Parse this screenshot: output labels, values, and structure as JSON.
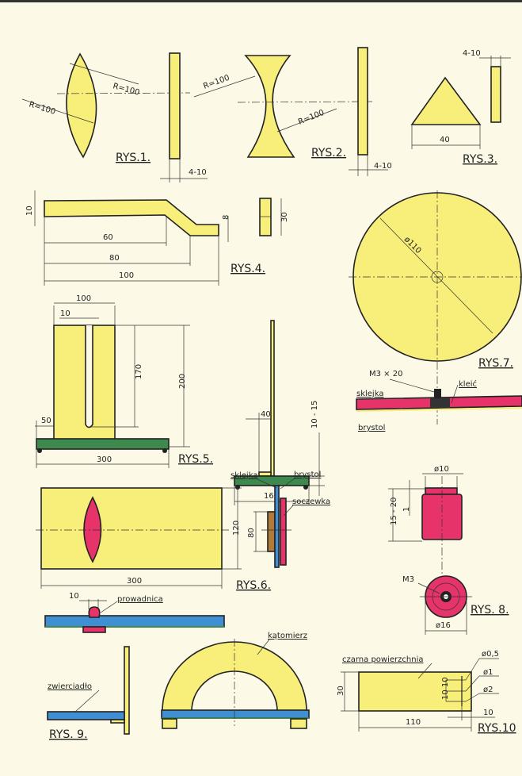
{
  "colors": {
    "paper": "#fcfae6",
    "yellow": "#f8ef7a",
    "green": "#3e8a4e",
    "blue": "#3f8fd2",
    "red": "#e6336a",
    "brown": "#b07a3a"
  },
  "figures": {
    "rys1": {
      "label": "RYS.1.",
      "r1": "R=100",
      "r2": "R=100",
      "thickness": "4-10"
    },
    "rys2": {
      "label": "RYS.2.",
      "r1": "R=100",
      "r2": "R=100",
      "thickness": "4-10"
    },
    "rys3": {
      "label": "RYS.3.",
      "base": "40",
      "thickness": "4-10"
    },
    "rys4": {
      "label": "RYS.4.",
      "h1": "10",
      "h2": "8",
      "d60": "60",
      "d80": "80",
      "d100": "100",
      "w": "30"
    },
    "rys5": {
      "label": "RYS.5.",
      "w100": "100",
      "slot": "10",
      "h170": "170",
      "h200": "200",
      "d50": "50",
      "base": "300",
      "d40": "40",
      "base2": "160",
      "t": "10 - 15"
    },
    "rys6": {
      "label": "RYS.6.",
      "h": "120",
      "w": "300",
      "h80": "80",
      "sklejka": "sklejka",
      "brystol": "brystol",
      "soczewka": "soczewka"
    },
    "rys7": {
      "label": "RYS.7.",
      "diameter": "ø110",
      "bolt": "M3 × 20",
      "klej": "kleić",
      "sklejka": "sklejka",
      "brystol": "brystol"
    },
    "rys8": {
      "label": "RYS. 8.",
      "d10": "ø10",
      "h": "15 - 20",
      "one": "1",
      "m3": "M3",
      "d16": "ø16"
    },
    "rys9": {
      "label": "RYS. 9.",
      "slot": "10",
      "prowadnica": "prowadnica",
      "zwierciadlo": "zwierciadło",
      "katomierz": "kątomierz"
    },
    "rys10": {
      "label": "RYS.10",
      "surface": "czarna powierzchnia",
      "h": "30",
      "w": "110",
      "d10": "10",
      "spacing": "10 10",
      "d05": "ø0,5",
      "d1": "ø1",
      "d2": "ø2"
    }
  }
}
